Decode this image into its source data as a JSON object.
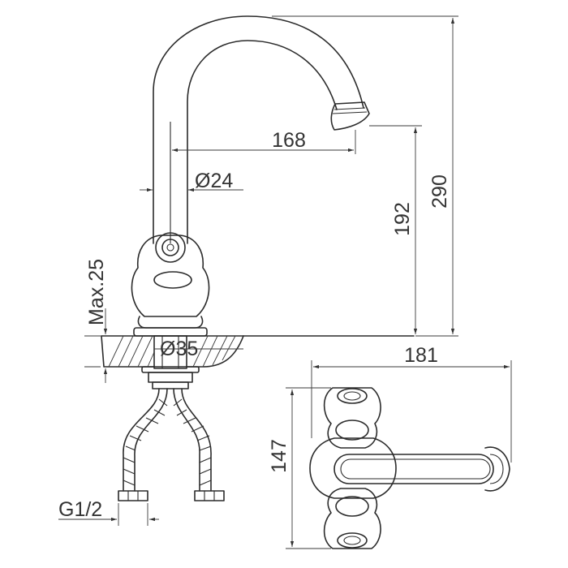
{
  "dimensions": {
    "height_total": "290",
    "spout_reach": "168",
    "spout_height": "192",
    "spout_diameter": "Ø24",
    "max_thickness": "Max.25",
    "base_diameter": "Ø35",
    "handle_span": "181",
    "handle_depth": "147",
    "thread": "G1/2"
  }
}
